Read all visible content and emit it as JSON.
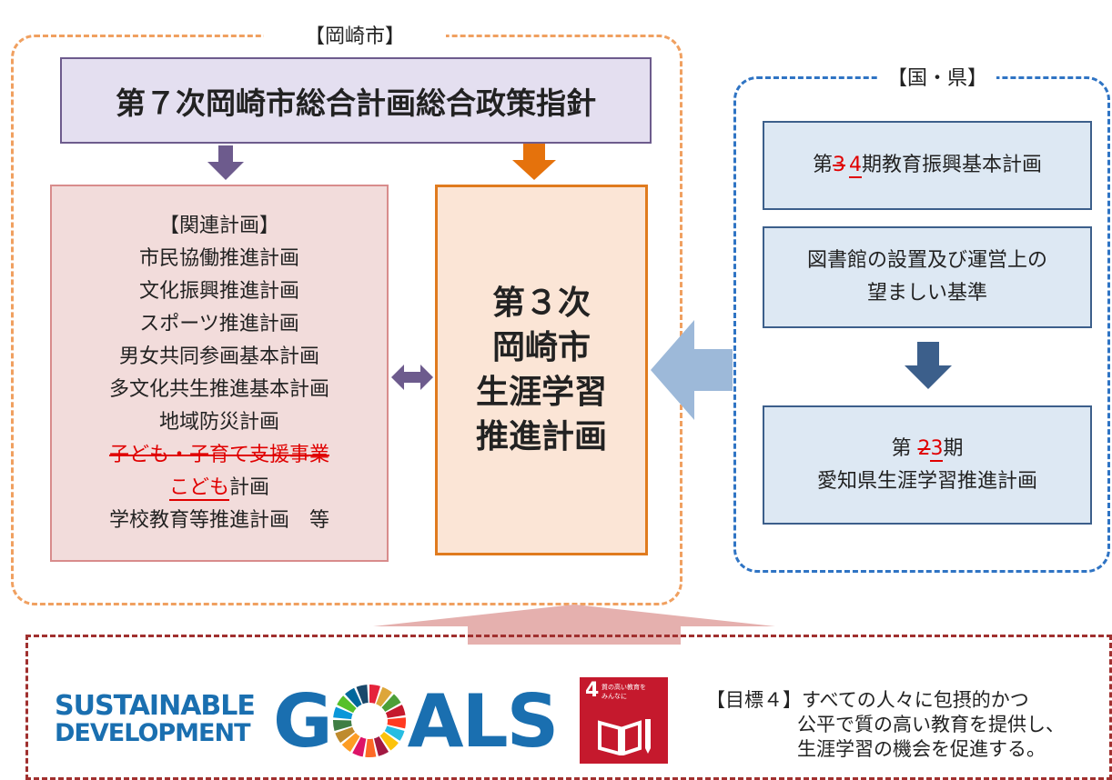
{
  "okazaki_frame": {
    "label": "【岡崎市】"
  },
  "policy_box": {
    "title": "第７次岡崎市総合計画総合政策指針"
  },
  "related_plans": {
    "heading": "【関連計画】",
    "items": [
      "市民協働推進計画",
      "文化振興推進計画",
      "スポーツ推進計画",
      "男女共同参画基本計画",
      "多文化共生推進基本計画",
      "地域防災計画"
    ],
    "struck_item": "子ども・子育て支援事業",
    "inserted_word": "こども",
    "inserted_suffix": "計画",
    "last_item": "学校教育等推進計画　等"
  },
  "main_plan": {
    "lines": [
      "第３次",
      "岡崎市",
      "生涯学習",
      "推進計画"
    ]
  },
  "national_frame": {
    "label": "【国・県】",
    "edu_plan": {
      "prefix": "第",
      "old_num": "3",
      "new_num": "4",
      "suffix": "期教育振興基本計画"
    },
    "library": {
      "line1": "図書館の設置及び運営上の",
      "line2": "望ましい基準"
    },
    "pref_plan": {
      "prefix": "第 ",
      "old_num": "2",
      "new_num": "3",
      "suffix": "期",
      "line2": "愛知県生涯学習推進計画"
    }
  },
  "sdgs": {
    "logo_line1": "SUSTAINABLE",
    "logo_line2": "DEVELOPMENT",
    "logo_goals_g": "G",
    "logo_goals_rest": "ALS",
    "goal_number": "4",
    "goal_line1": "質の高い教育を",
    "goal_line2": "みんなに",
    "text_line1": "【目標４】すべての人々に包摂的かつ",
    "text_line2": "公平で質の高い教育を提供し、",
    "text_line3": "生涯学習の機会を促進する。"
  },
  "colors": {
    "okazaki_frame": "#f0a060",
    "national_frame": "#2f74c4",
    "sdgs_frame": "#a0302f",
    "purple": "#6d5b8d",
    "orange": "#e07b1e",
    "navy": "#3c5f8b",
    "goal4": "#c5192d"
  }
}
